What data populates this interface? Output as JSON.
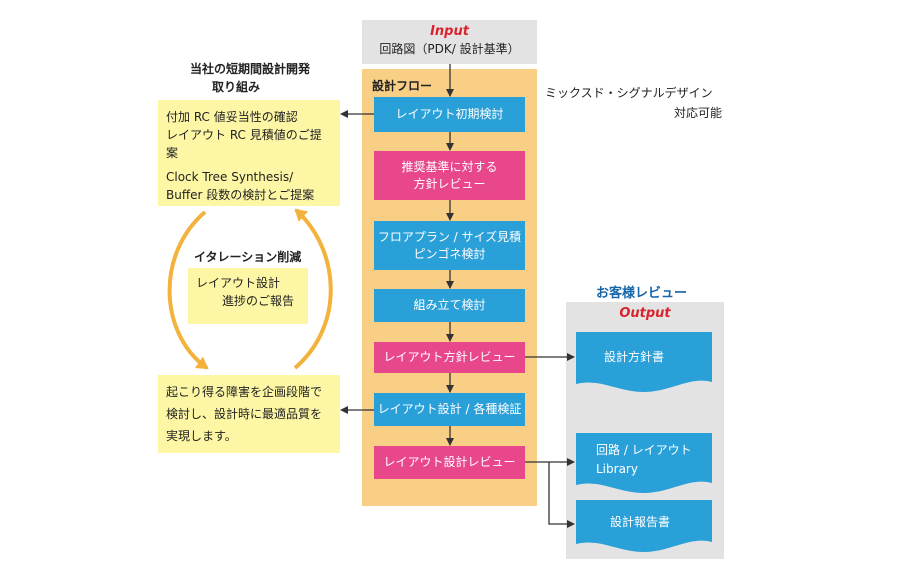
{
  "input": {
    "title": "Input",
    "subtitle": "回路図（PDK/ 設計基準）"
  },
  "flow": {
    "title": "設計フロー",
    "steps": [
      {
        "label": "レイアウト初期検討"
      },
      {
        "label": "推奨基準に対する\n方針レビュー"
      },
      {
        "label": "フロアプラン / サイズ見積\nピンゴネ検討"
      },
      {
        "label": "組み立て検討"
      },
      {
        "label": "レイアウト方針レビュー"
      },
      {
        "label": "レイアウト設計 / 各種検証"
      },
      {
        "label": "レイアウト設計レビュー"
      }
    ]
  },
  "mixed_signal": {
    "line1": "ミックスド・シグナルデザイン",
    "line2": "対応可能"
  },
  "approach": {
    "title_line1": "当社の短期間設計開発",
    "title_line2": "取り組み",
    "box1": {
      "line1": "付加 RC 値妥当性の確認",
      "line2": "レイアウト RC 見積値のご提案",
      "line3": "Clock Tree Synthesis/",
      "line4": "Buffer 段数の検討とご提案"
    },
    "iteration_label": "イタレーション削減",
    "box2": {
      "line1": "レイアウト設計",
      "line2": "進捗のご報告"
    },
    "box3": {
      "line1": "起こり得る障害を企画段階で",
      "line2": "検討し、設計時に最適品質を",
      "line3": "実現します。"
    }
  },
  "review": {
    "title": "お客様レビュー",
    "output_title": "Output",
    "docs": [
      {
        "line1": "設計方針書",
        "line2": ""
      },
      {
        "line1": "回路 / レイアウト",
        "line2": "Library"
      },
      {
        "line1": "設計報告書",
        "line2": ""
      }
    ]
  },
  "colors": {
    "step_blue": "#2aa0d9",
    "step_pink": "#e9478c",
    "flow_panel": "#f9cf86",
    "note_yellow": "#fdf7a5",
    "cycle_arrow": "#f2b23c",
    "output_panel": "#e3e3e3",
    "output_title": "#d9232d",
    "review_title": "#1565a8"
  }
}
